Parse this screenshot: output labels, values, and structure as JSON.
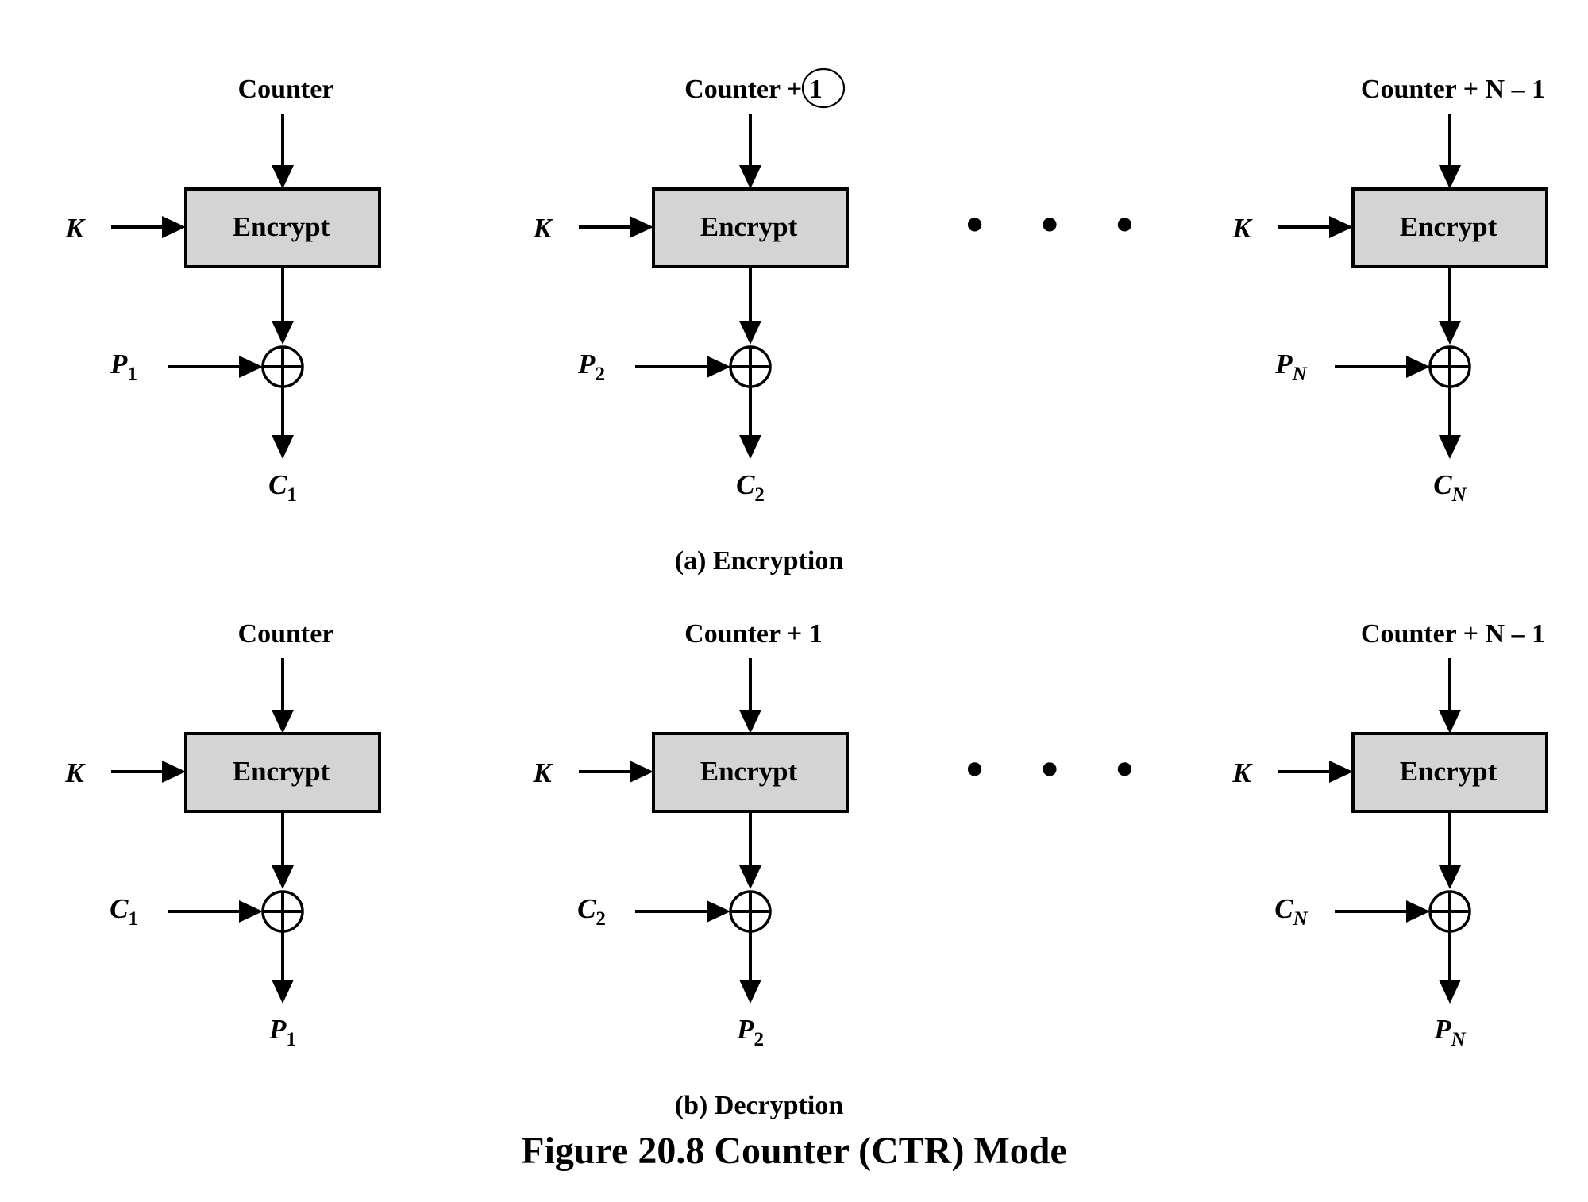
{
  "figure_title": "Figure 20.8  Counter (CTR) Mode",
  "panels": [
    {
      "caption": "(a) Encryption",
      "stages": [
        {
          "counter": "Counter",
          "key": "K",
          "box": "Encrypt",
          "input": {
            "base": "P",
            "sub": "1"
          },
          "output": {
            "base": "C",
            "sub": "1"
          }
        },
        {
          "counter": "Counter + 1",
          "key": "K",
          "box": "Encrypt",
          "input": {
            "base": "P",
            "sub": "2"
          },
          "output": {
            "base": "C",
            "sub": "2"
          }
        },
        {
          "counter": "Counter + N – 1",
          "key": "K",
          "box": "Encrypt",
          "input": {
            "base": "P",
            "sub": "N"
          },
          "output": {
            "base": "C",
            "sub": "N"
          }
        }
      ],
      "ellipsis": "• • •"
    },
    {
      "caption": "(b) Decryption",
      "stages": [
        {
          "counter": "Counter",
          "key": "K",
          "box": "Encrypt",
          "input": {
            "base": "C",
            "sub": "1"
          },
          "output": {
            "base": "P",
            "sub": "1"
          }
        },
        {
          "counter": "Counter + 1",
          "key": "K",
          "box": "Encrypt",
          "input": {
            "base": "C",
            "sub": "2"
          },
          "output": {
            "base": "P",
            "sub": "2"
          }
        },
        {
          "counter": "Counter + N – 1",
          "key": "K",
          "box": "Encrypt",
          "input": {
            "base": "C",
            "sub": "N"
          },
          "output": {
            "base": "P",
            "sub": "N"
          }
        }
      ],
      "ellipsis": "• • •"
    }
  ],
  "annotation": {
    "mark": "circle around \"1\"",
    "text": "1"
  }
}
